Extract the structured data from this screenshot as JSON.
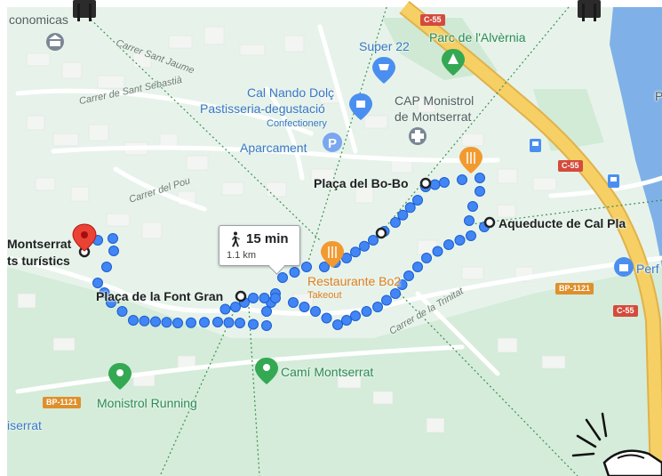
{
  "map": {
    "water_color": "#7fb1e8",
    "land_color": "#e7f3ea",
    "park_color": "#c9e8cf",
    "route_color": "#4285f4",
    "highway_color": "#f6cf65"
  },
  "pois": {
    "economicas": "conomicas",
    "super22": "Super 22",
    "parc": "Parc de l'Alvèrnia",
    "cal_nando_1": "Cal Nando Dolç",
    "cal_nando_2": "Pastisseria-degustació",
    "cal_nando_3": "Confectionery",
    "cap_1": "CAP Monistrol",
    "cap_2": "de Montserrat",
    "aparcament": "Aparcament",
    "restaurante": "Restaurante Bo2",
    "takeout": "Takeout",
    "cami": "Camí Montserrat",
    "running": "Monistrol Running",
    "montserrat_left_1": "Montserrat",
    "montserrat_left_2": "ts turístics",
    "serrat": "iserrat",
    "perf": "Perf",
    "edge_p": "P"
  },
  "stops": {
    "bobo": "Plaça del Bo-Bo",
    "aqueducte": "Aqueducte de Cal Pla",
    "font_gran": "Plaça de la Font Gran"
  },
  "streets": {
    "sant_jaume": "Carrer Sant Jaume",
    "sant_sebastia": "Carrer de Sant Sebastià",
    "del_pou": "Carrer del Pou",
    "trinitat": "Carrer de la Trinitat"
  },
  "roads": {
    "c55_a": "C-55",
    "c55_b": "C-55",
    "c55_c": "C-55",
    "bp1121_a": "BP-1121",
    "bp1121_b": "BP-1121"
  },
  "route_info": {
    "duration": "15 min",
    "distance": "1.1 km"
  },
  "icons": {
    "museum": "museum-icon",
    "cart": "shopping-cart-icon",
    "tree": "park-icon",
    "bakery": "bakery-icon",
    "hospital": "hospital-icon",
    "parking": "parking-icon",
    "restaurant": "restaurant-icon",
    "walk": "walking-icon",
    "pin": "destination-pin-icon",
    "bus": "bus-stop-icon",
    "shop": "shopping-bag-icon",
    "place": "green-place-icon"
  }
}
